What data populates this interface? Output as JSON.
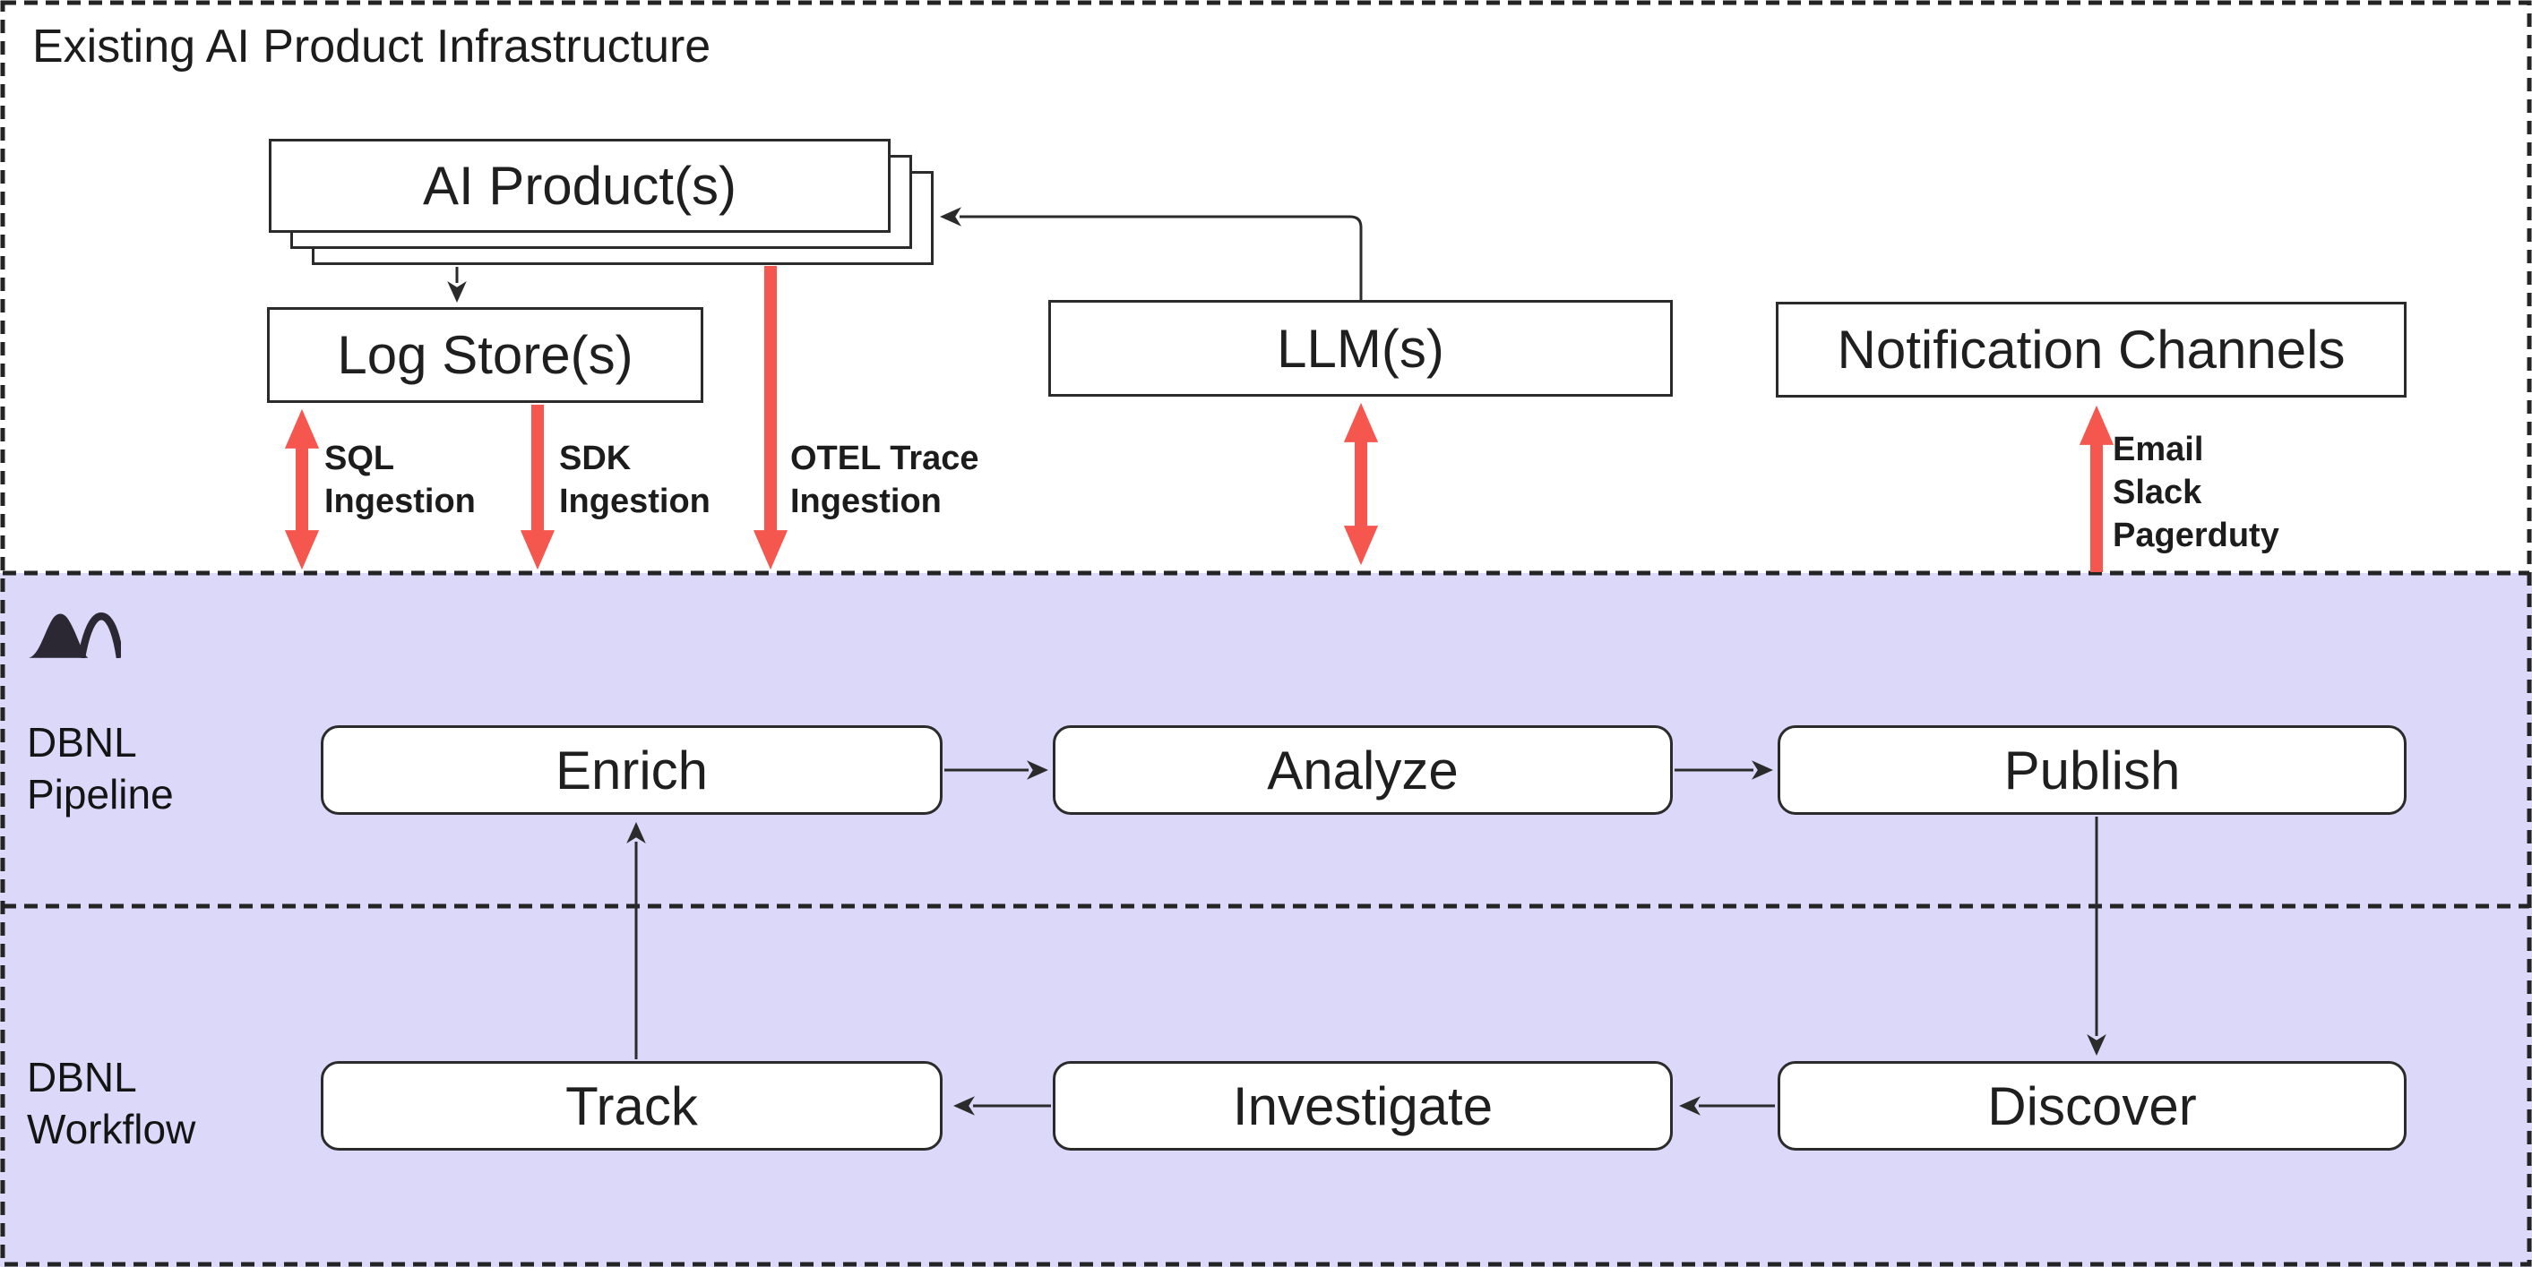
{
  "title": "Existing AI Product Infrastructure",
  "colors": {
    "accent_red": "#F5564E",
    "band_purple": "#DCD8FA",
    "line_black": "#2B2B2B"
  },
  "infra": {
    "ai_products": "AI Product(s)",
    "log_stores": "Log Store(s)",
    "llms": "LLM(s)",
    "notification_channels": "Notification Channels",
    "sql_label": [
      "SQL",
      "Ingestion"
    ],
    "sdk_label": [
      "SDK",
      "Ingestion"
    ],
    "otel_label": [
      "OTEL Trace",
      "Ingestion"
    ],
    "notification_label": [
      "Email",
      "Slack",
      "Pagerduty"
    ]
  },
  "pipeline": {
    "band_label": [
      "DBNL",
      "Pipeline"
    ],
    "stages": [
      "Enrich",
      "Analyze",
      "Publish"
    ]
  },
  "workflow": {
    "band_label": [
      "DBNL",
      "Workflow"
    ],
    "stages": [
      "Track",
      "Investigate",
      "Discover"
    ]
  },
  "icons": {
    "logo": "mountain-logo"
  }
}
